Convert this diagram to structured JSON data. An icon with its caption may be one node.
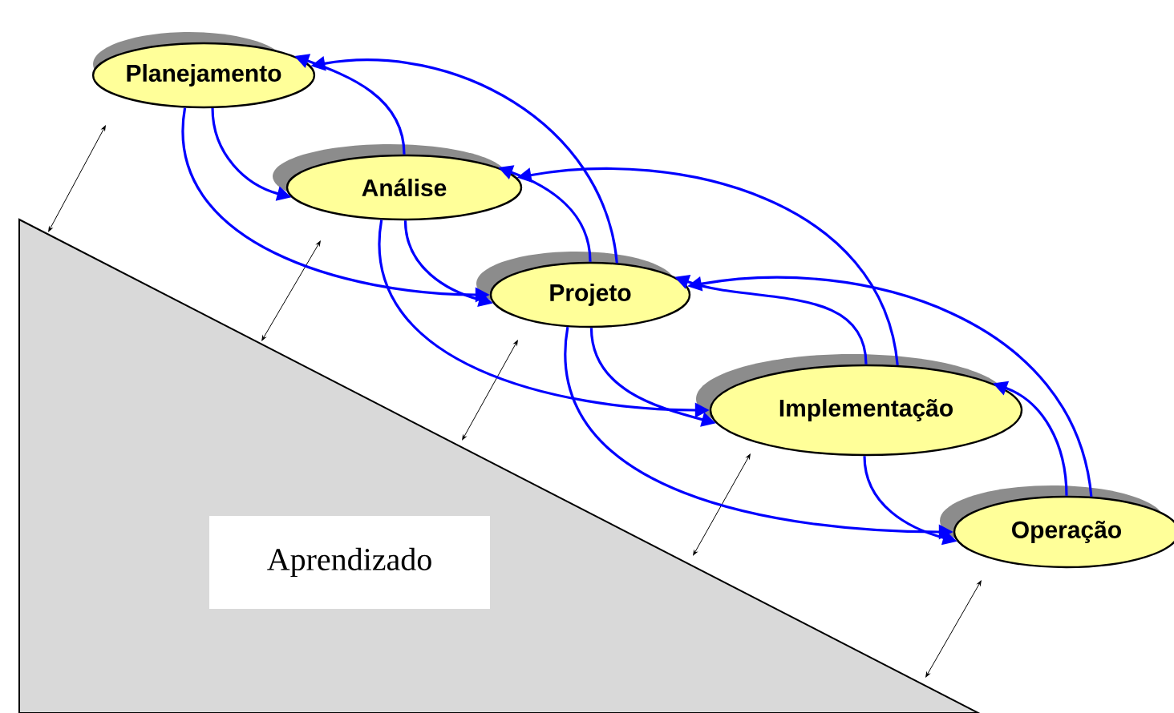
{
  "diagram": {
    "nodes": [
      {
        "text": [
          "Planejamento"
        ]
      },
      {
        "text": [
          "Análise"
        ]
      },
      {
        "text": [
          "Projeto"
        ]
      },
      {
        "text": [
          "Implementação"
        ]
      },
      {
        "text": [
          "Operação"
        ]
      },
      {
        "text": [
          "Aprendizado"
        ]
      }
    ],
    "edges": [
      {
        "from": 0,
        "to": 1,
        "arrow": "to"
      },
      {
        "from": 0,
        "to": 2,
        "arrow": "to"
      },
      {
        "from": 1,
        "to": 0,
        "arrow": "to"
      },
      {
        "from": 1,
        "to": 2,
        "arrow": "to"
      },
      {
        "from": 1,
        "to": 3,
        "arrow": "to"
      },
      {
        "from": 2,
        "to": 1,
        "arrow": "to"
      },
      {
        "from": 2,
        "to": 0,
        "arrow": "to"
      },
      {
        "from": 2,
        "to": 3,
        "arrow": "to"
      },
      {
        "from": 2,
        "to": 4,
        "arrow": "to"
      },
      {
        "from": 3,
        "to": 2,
        "arrow": "to"
      },
      {
        "from": 3,
        "to": 1,
        "arrow": "to"
      },
      {
        "from": 3,
        "to": 4,
        "arrow": "to"
      },
      {
        "from": 4,
        "to": 3,
        "arrow": "to"
      },
      {
        "from": 4,
        "to": 2,
        "arrow": "to"
      }
    ]
  }
}
